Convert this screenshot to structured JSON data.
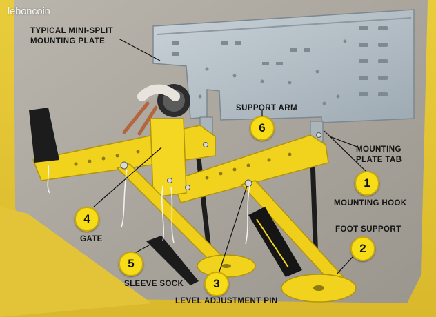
{
  "watermark": "leboncoin",
  "labels": {
    "mounting_plate": [
      "TYPICAL MINI-SPLIT",
      "MOUNTING PLATE"
    ],
    "support_arm": "SUPPORT ARM",
    "mounting_plate_tab": [
      "MOUNTING",
      "PLATE TAB"
    ],
    "mounting_hook": "MOUNTING HOOK",
    "foot_support": "FOOT SUPPORT",
    "gate": "GATE",
    "sleeve_sock": "SLEEVE SOCK",
    "level_adjustment_pin": "LEVEL ADJUSTMENT PIN"
  },
  "callouts": {
    "mounting_hook": "1",
    "foot_support": "2",
    "level_adjustment_pin": "3",
    "gate": "4",
    "sleeve_sock": "5",
    "support_arm": "6"
  },
  "colors": {
    "frame_yellow": "#e5c63a",
    "wall_gray": "#a9a59d",
    "bracket_yellow": "#f1d21c",
    "callout_yellow": "#f7dd18",
    "plate_metal": "#b4bfc7"
  }
}
